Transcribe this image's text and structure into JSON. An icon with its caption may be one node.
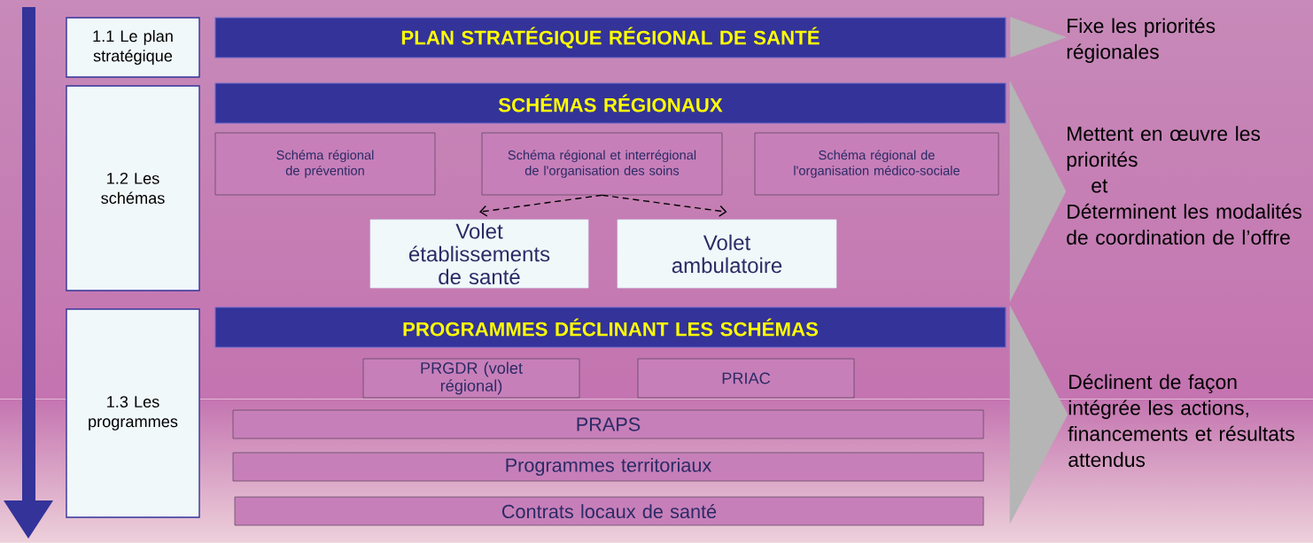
{
  "diagram": {
    "nodes": [
      {
        "text": [
          "1.1 Le plan stratégique"
        ]
      },
      {
        "text": [
          "PLAN STRATÉGIQUE RÉGIONAL DE SANTÉ"
        ]
      },
      {
        "text": [
          "1.2 Les schémas"
        ]
      },
      {
        "text": [
          "SCHÉMAS RÉGIONAUX"
        ]
      },
      {
        "text": [
          "Schéma régional de prévention"
        ]
      },
      {
        "text": [
          "Schéma régional et interrégional de l'organisation des soins"
        ]
      },
      {
        "text": [
          "Schéma régional de l'organisation médico-sociale"
        ]
      },
      {
        "text": [
          "Volet établissements de santé"
        ]
      },
      {
        "text": [
          "Volet ambulatoire"
        ]
      },
      {
        "text": [
          "1.3 Les programmes"
        ]
      },
      {
        "text": [
          "PROGRAMMES DÉCLINANT LES SCHÉMAS"
        ]
      },
      {
        "text": [
          "PRGDR (volet régional)"
        ]
      },
      {
        "text": [
          "PRIAC"
        ]
      },
      {
        "text": [
          "PRAPS"
        ]
      },
      {
        "text": [
          "Programmes territoriaux"
        ]
      },
      {
        "text": [
          "Contrats locaux de santé"
        ]
      },
      {
        "text": [
          "Fixe les priorités régionales"
        ]
      },
      {
        "text": [
          "Mettent en œuvre les priorités",
          "et",
          "Déterminent les modalités de coordination de l’offre"
        ]
      },
      {
        "text": [
          "Déclinent de façon intégrée les actions, financements et résultats attendus"
        ]
      }
    ],
    "edges": [
      {
        "from": 5,
        "to": 7,
        "arrow": "to",
        "style": "dashed",
        "color": "#000000"
      },
      {
        "from": 5,
        "to": 8,
        "arrow": "to",
        "style": "dashed",
        "color": "#000000"
      },
      {
        "from": 1,
        "to": 16,
        "arrow": "to"
      },
      {
        "from": null,
        "to": 17,
        "arrow": "to"
      },
      {
        "from": null,
        "to": 18,
        "arrow": "to"
      }
    ]
  }
}
